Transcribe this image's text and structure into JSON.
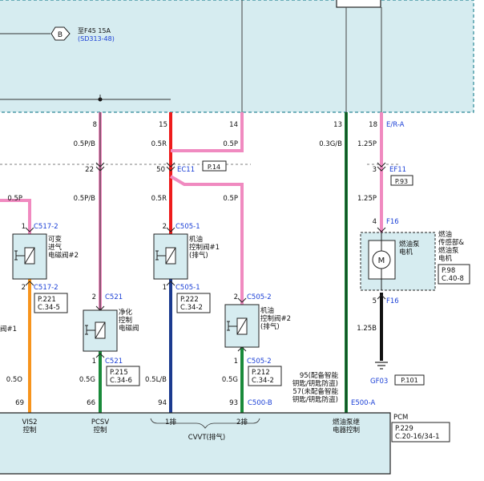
{
  "colors": {
    "panel_fill": "#d6ecf0",
    "panel_border": "#2a8896",
    "blue_text": "#1a3fd6",
    "wire_pink": "#f08ac0",
    "wire_red": "#ee1c1c",
    "wire_green": "#1a8a3a",
    "wire_orange": "#f7941d",
    "wire_blue": "#1b3a8f",
    "wire_black": "#111111",
    "wire_gray": "#6a6a6a"
  },
  "top": {
    "ref_b_badge": "B",
    "ref_b_line1": "至F45 15A",
    "ref_b_line2": "(SD313-48)"
  },
  "pins": {
    "p8": "8",
    "p15": "15",
    "p14": "14",
    "p13": "13",
    "p18": "18",
    "p18_tag": "E/R-A",
    "p22": "22",
    "p50": "50",
    "ec11": "EC11",
    "ec11_ref": "P.14",
    "p3": "3",
    "ef11": "EF11",
    "ef11_ref": "P.93",
    "c517_1": "1",
    "c517_1_name": "C517-2",
    "c517_2": "2",
    "c517_2_name": "C517-2",
    "c505_1a": "2",
    "c505_1a_name": "C505-1",
    "c505_1b": "1",
    "c505_1b_name": "C505-1",
    "c505_2a": "2",
    "c505_2a_name": "C505-2",
    "c505_2b": "1",
    "c505_2b_name": "C505-2",
    "c521_a": "2",
    "c521_a_name": "C521",
    "c521_b": "1",
    "c521_b_name": "C521",
    "f16a": "4",
    "f16a_name": "F16",
    "f16b": "5",
    "f16b_name": "F16",
    "gf03": "GF03",
    "gf03_ref": "P.101",
    "b69": "69",
    "b66": "66",
    "b94": "94",
    "b93": "93",
    "c500b": "C500-B",
    "e500a": "E500-A"
  },
  "wires": {
    "w1": "0.5P/B",
    "w2": "0.5R",
    "w3": "0.5P",
    "w4": "0.3G/B",
    "w5": "1.25P",
    "w6": "0.5P",
    "w7": "0.5P/B",
    "w8": "0.5R",
    "w9": "0.5P",
    "w10": "1.25P",
    "w11": "0.5O",
    "w12": "0.5G",
    "w13": "0.5L/B",
    "w14": "0.5G",
    "w15": "1.25B"
  },
  "components": {
    "vvt_name": "可变\n进气\n电磁阀#2",
    "vvt_ref": "P.221\nC.34-5",
    "oil1_name": "机油\n控制阀#1\n(排气)",
    "oil1_ref": "P.222\nC.34-2",
    "pcsv_name": "净化\n控制\n电磁阀",
    "pcsv_ref": "P.215\nC.34-6",
    "oil2_name": "机油\n控制阀#2\n(排气)",
    "oil2_ref": "P.212\nC.34-2",
    "fuel_motor_name": "燃油泵\n电机",
    "fuel_sensor_name": "燃油\n传感部&\n燃油泵\n电机",
    "fuel_ref": "P.98\nC.40-8",
    "motor_label": "M",
    "left_cut": "阀#1"
  },
  "notes": {
    "key_note": "95(配备智能\n钥匙/钥匙防盗)\n57(未配备智能\n钥匙/钥匙防盗)"
  },
  "pcm": {
    "name": "PCM",
    "ref": "P.229\nC.20-16/34-1",
    "vis2": "VIS2\n控制",
    "pcsv": "PCSV\n控制",
    "bank1": "1排",
    "bank2": "2排",
    "cvvt": "CVVT(排气)",
    "fuel_relay": "燃油泵继\n电器控制"
  }
}
